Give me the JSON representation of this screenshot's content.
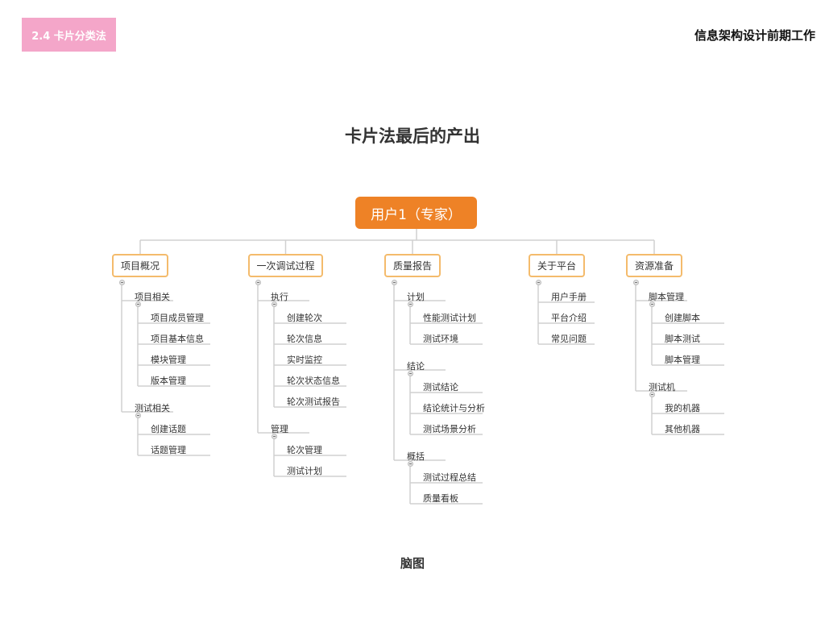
{
  "header": {
    "section_tag": "2.4 卡片分类法",
    "title": "信息架构设计前期工作"
  },
  "slide_title": "卡片法最后的产出",
  "mindmap": {
    "root": "用户1（专家）",
    "branches": [
      {
        "label": "项目概况",
        "groups": [
          {
            "label": "项目相关",
            "items": [
              "项目成员管理",
              "项目基本信息",
              "模块管理",
              "版本管理"
            ]
          },
          {
            "label": "测试相关",
            "items": [
              "创建话题",
              "话题管理"
            ]
          }
        ]
      },
      {
        "label": "一次调试过程",
        "groups": [
          {
            "label": "执行",
            "items": [
              "创建轮次",
              "轮次信息",
              "实时监控",
              "轮次状态信息",
              "轮次测试报告"
            ]
          },
          {
            "label": "管理",
            "items": [
              "轮次管理",
              "测试计划"
            ]
          }
        ]
      },
      {
        "label": "质量报告",
        "groups": [
          {
            "label": "计划",
            "items": [
              "性能测试计划",
              "测试环境"
            ]
          },
          {
            "label": "结论",
            "items": [
              "测试结论",
              "结论统计与分析",
              "测试场景分析"
            ]
          },
          {
            "label": "概括",
            "items": [
              "测试过程总结",
              "质量看板"
            ]
          }
        ]
      },
      {
        "label": "关于平台",
        "items": [
          "用户手册",
          "平台介绍",
          "常见问题"
        ]
      },
      {
        "label": "资源准备",
        "groups": [
          {
            "label": "脚本管理",
            "items": [
              "创建脚本",
              "脚本测试",
              "脚本管理"
            ]
          },
          {
            "label": "测试机",
            "items": [
              "我的机器",
              "其他机器"
            ]
          }
        ]
      }
    ]
  },
  "caption": "脑图",
  "colors": {
    "tag_bg": "#f4a6c9",
    "root_bg": "#ee8226",
    "branch_border": "#f4bb6c",
    "line": "#d0d0d0"
  }
}
